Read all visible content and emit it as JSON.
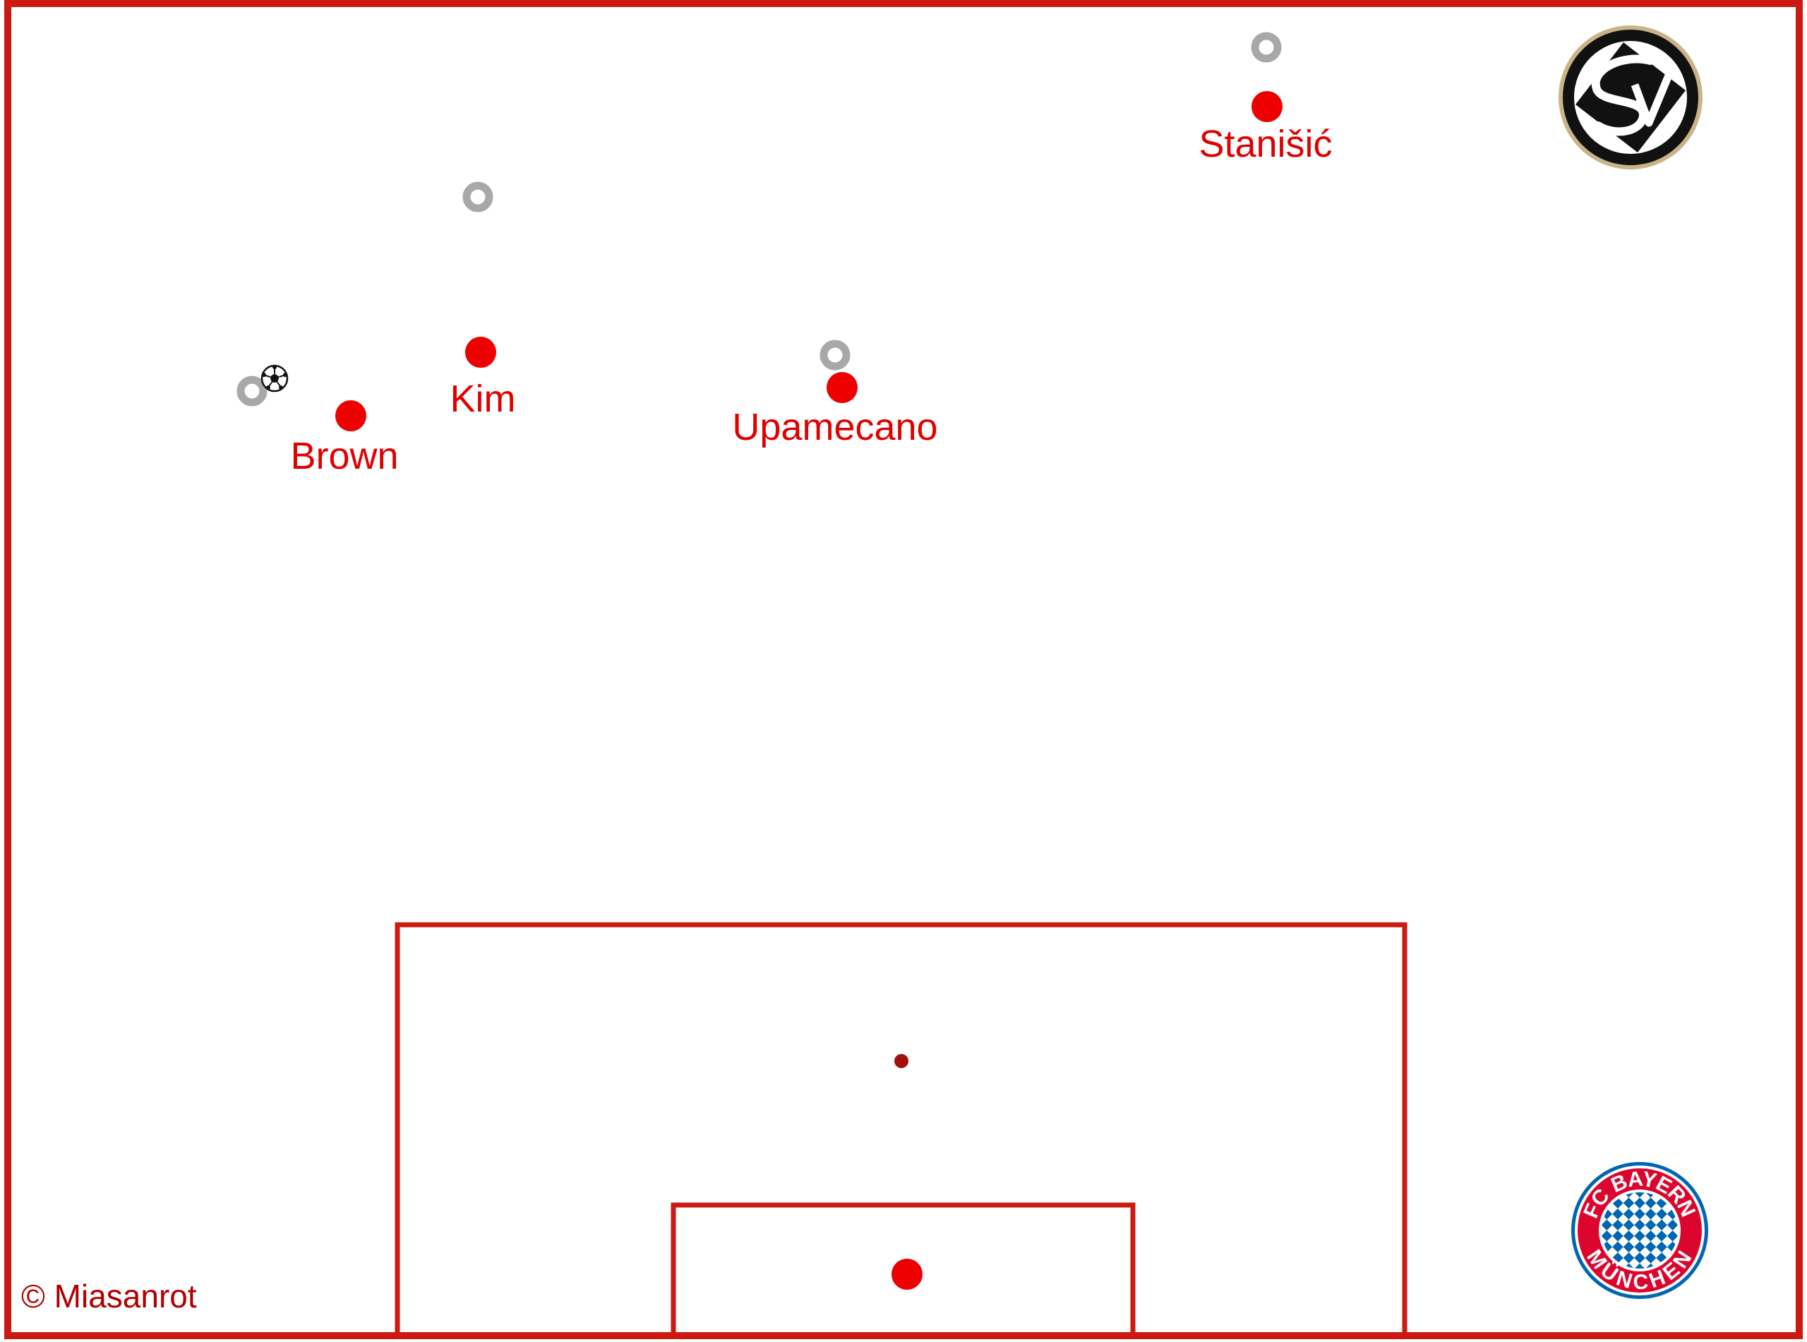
{
  "pitch": {
    "line_color": "#cc1a12",
    "background": "#ffffff"
  },
  "players": [
    {
      "id": "stanisic",
      "name": "Stanišić"
    },
    {
      "id": "kim",
      "name": "Kim"
    },
    {
      "id": "brown",
      "name": "Brown"
    },
    {
      "id": "upamecano",
      "name": "Upamecano"
    }
  ],
  "colors": {
    "bayern": "#ee0000",
    "opponent": "#a8a8a8",
    "penalty_spot": "#a01010"
  },
  "ball": {
    "icon": "soccer-ball-icon"
  },
  "logos": {
    "opponent": {
      "icon": "sv-elversberg-crest-icon"
    },
    "bayern": {
      "icon": "fc-bayern-crest-icon",
      "text_top": "FC BAYERN",
      "text_bottom": "MÜNCHEN"
    }
  },
  "copyright": "© Miasanrot"
}
